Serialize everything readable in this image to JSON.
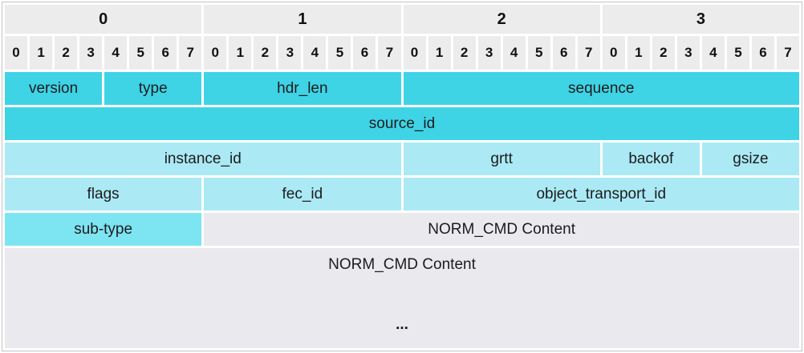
{
  "colors": {
    "header_bg": "#ececec",
    "teal": "#3fd3e6",
    "light_teal": "#abe9f5",
    "mid_teal": "#7de4f2",
    "gray_cell": "#e9e9ee"
  },
  "header": {
    "byte_labels": [
      "0",
      "1",
      "2",
      "3"
    ],
    "bit_labels": [
      "0",
      "1",
      "2",
      "3",
      "4",
      "5",
      "6",
      "7",
      "0",
      "1",
      "2",
      "3",
      "4",
      "5",
      "6",
      "7",
      "0",
      "1",
      "2",
      "3",
      "4",
      "5",
      "6",
      "7",
      "0",
      "1",
      "2",
      "3",
      "4",
      "5",
      "6",
      "7"
    ]
  },
  "rows": [
    {
      "cells": [
        {
          "label": "version",
          "span": 4,
          "color": "teal"
        },
        {
          "label": "type",
          "span": 4,
          "color": "teal"
        },
        {
          "label": "hdr_len",
          "span": 8,
          "color": "teal"
        },
        {
          "label": "sequence",
          "span": 16,
          "color": "teal"
        }
      ]
    },
    {
      "cells": [
        {
          "label": "source_id",
          "span": 32,
          "color": "teal"
        }
      ]
    },
    {
      "cells": [
        {
          "label": "instance_id",
          "span": 16,
          "color": "light_teal"
        },
        {
          "label": "grtt",
          "span": 8,
          "color": "light_teal"
        },
        {
          "label": "backof",
          "span": 4,
          "color": "light_teal"
        },
        {
          "label": "gsize",
          "span": 4,
          "color": "light_teal"
        }
      ]
    },
    {
      "cells": [
        {
          "label": "flags",
          "span": 8,
          "color": "light_teal"
        },
        {
          "label": "fec_id",
          "span": 8,
          "color": "light_teal"
        },
        {
          "label": "object_transport_id",
          "span": 16,
          "color": "light_teal"
        }
      ]
    },
    {
      "cells": [
        {
          "label": "sub-type",
          "span": 8,
          "color": "mid_teal"
        },
        {
          "label": "NORM_CMD Content",
          "span": 24,
          "color": "gray_cell"
        }
      ]
    }
  ],
  "footer": {
    "label": "NORM_CMD Content",
    "ellipsis": "..."
  }
}
